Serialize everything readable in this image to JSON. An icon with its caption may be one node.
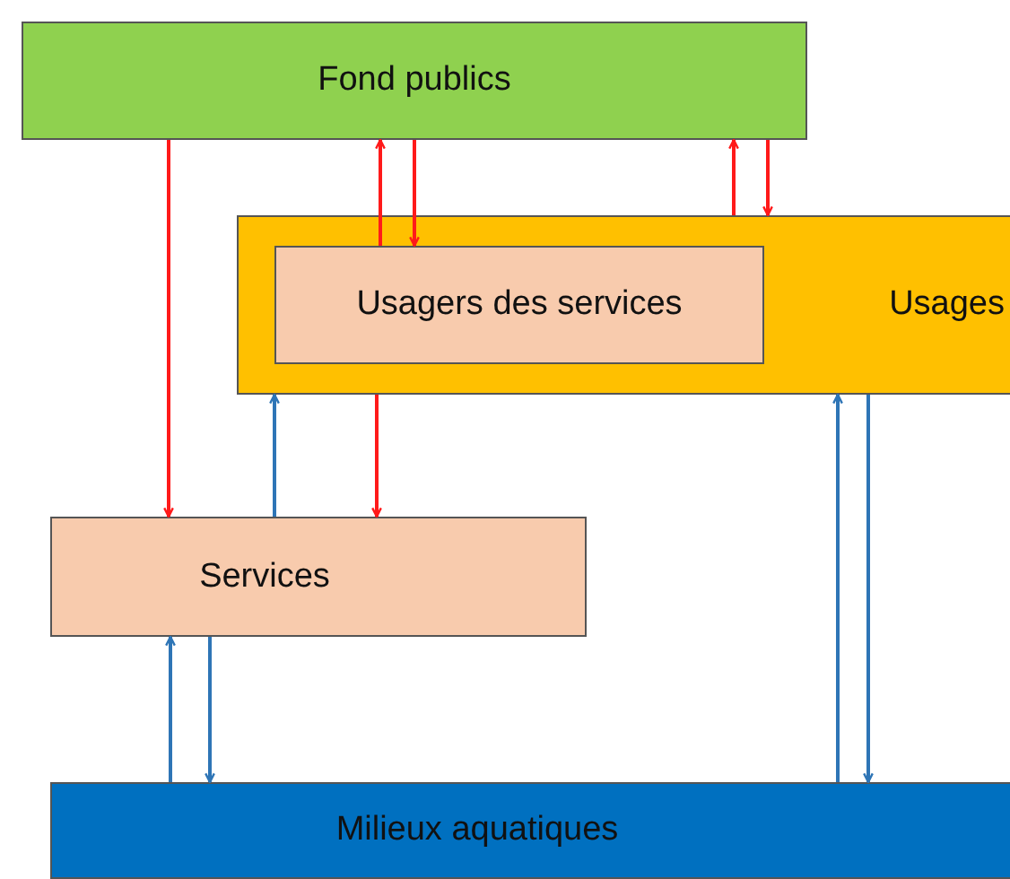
{
  "diagram": {
    "nodes": [
      {
        "text": [
          "Fond publics"
        ]
      },
      {
        "text": [
          "Usages"
        ]
      },
      {
        "text": [
          "Usagers des services"
        ],
        "in": 1
      },
      {
        "text": [
          "Services"
        ]
      },
      {
        "text": [
          "Milieux aquatiques"
        ]
      }
    ],
    "edges": [
      {
        "from": 0,
        "to": 3,
        "arrow": "to"
      },
      {
        "from": 2,
        "to": 0,
        "arrow": "to"
      },
      {
        "from": 0,
        "to": 2,
        "arrow": "to"
      },
      {
        "from": 1,
        "to": 0,
        "arrow": "to"
      },
      {
        "from": 0,
        "to": 1,
        "arrow": "to"
      },
      {
        "from": 3,
        "to": 1,
        "arrow": "to",
        "color": "#2e75b6"
      },
      {
        "from": 1,
        "to": 3,
        "arrow": "to"
      },
      {
        "from": 4,
        "to": 3,
        "arrow": "to",
        "color": "#2e75b6"
      },
      {
        "from": 3,
        "to": 4,
        "arrow": "to",
        "color": "#2e75b6"
      },
      {
        "from": 4,
        "to": 1,
        "arrow": "to",
        "color": "#2e75b6"
      },
      {
        "from": 1,
        "to": 4,
        "arrow": "to",
        "color": "#2e75b6"
      }
    ]
  }
}
